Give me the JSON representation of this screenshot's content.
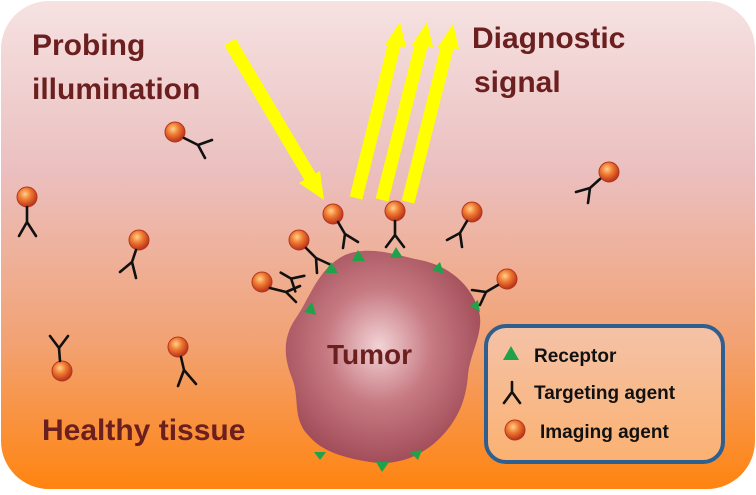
{
  "labels": {
    "probing_line1": "Probing",
    "probing_line2": "illumination",
    "diagnostic_line1": "Diagnostic",
    "diagnostic_line2": "signal",
    "tumor": "Tumor",
    "healthy_tissue": "Healthy tissue"
  },
  "legend": {
    "receptor": "Receptor",
    "targeting_agent": "Targeting agent",
    "imaging_agent": "Imaging agent"
  },
  "colors": {
    "label_text": "#6b1f1f",
    "arrow": "#ffff00",
    "tumor": "#a5525c",
    "receptor": "#1fa24a",
    "imaging_agent": "#e2552a",
    "legend_border": "#2f5f8f",
    "background_top": "#f4dcdc",
    "background_bottom": "#ff8a1a"
  }
}
